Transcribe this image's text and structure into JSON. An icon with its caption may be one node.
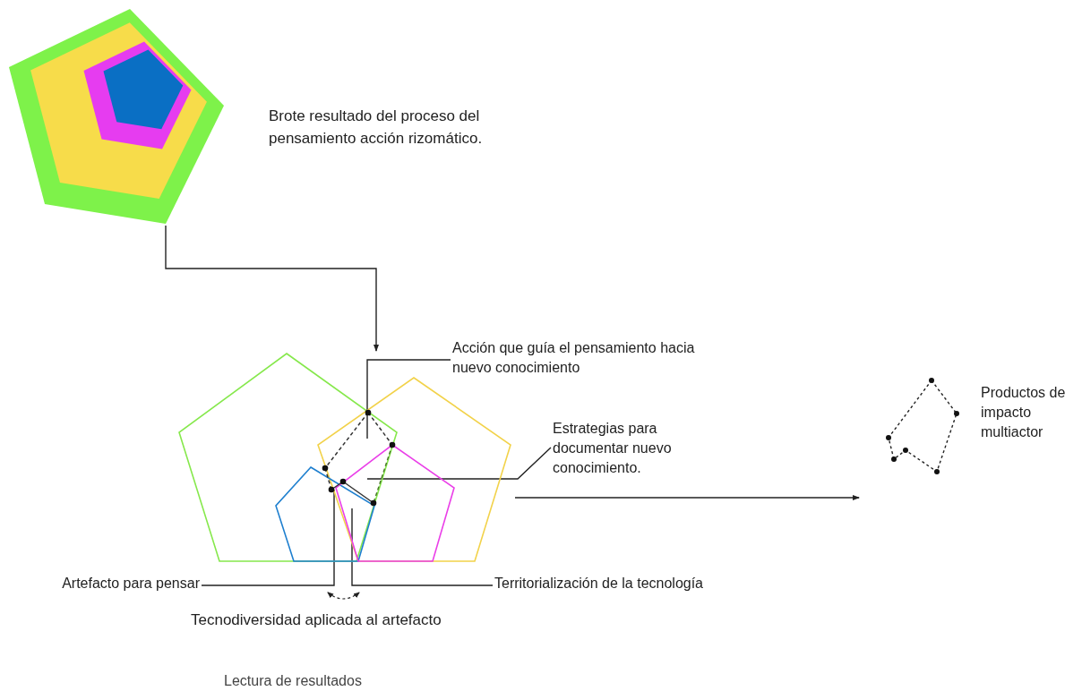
{
  "diagram": {
    "caption": "Lectura de resultados",
    "nodes": [
      {
        "text": [],
        "shape": "pentagon",
        "beside": [
          "Brote resultado del proceso del pensamiento acción rizomático."
        ]
      },
      {
        "text": [],
        "shape": "pentagon"
      },
      {
        "text": [
          "Acción que guía el pensamiento hacia nuevo conocimiento"
        ]
      },
      {
        "text": [
          "Estrategias para documentar nuevo conocimiento."
        ]
      },
      {
        "text": [
          "Artefacto para pensar"
        ]
      },
      {
        "text": [
          "Territorialización de la tecnología"
        ]
      },
      {
        "text": [],
        "shape": "polygon",
        "beside": [
          "Productos de impacto multiactor"
        ]
      }
    ],
    "edges": [
      {
        "from": 0,
        "to": 1,
        "arrow": "to"
      },
      {
        "from": 2,
        "to": 1,
        "arrow": "none"
      },
      {
        "from": 3,
        "to": 1,
        "arrow": "none"
      },
      {
        "from": 4,
        "to": 1,
        "arrow": "none"
      },
      {
        "from": 5,
        "to": 1,
        "arrow": "none"
      },
      {
        "from": 1,
        "to": 6,
        "arrow": "to"
      }
    ],
    "labels": [
      "Tecnodiversidad aplicada al artefacto"
    ]
  }
}
